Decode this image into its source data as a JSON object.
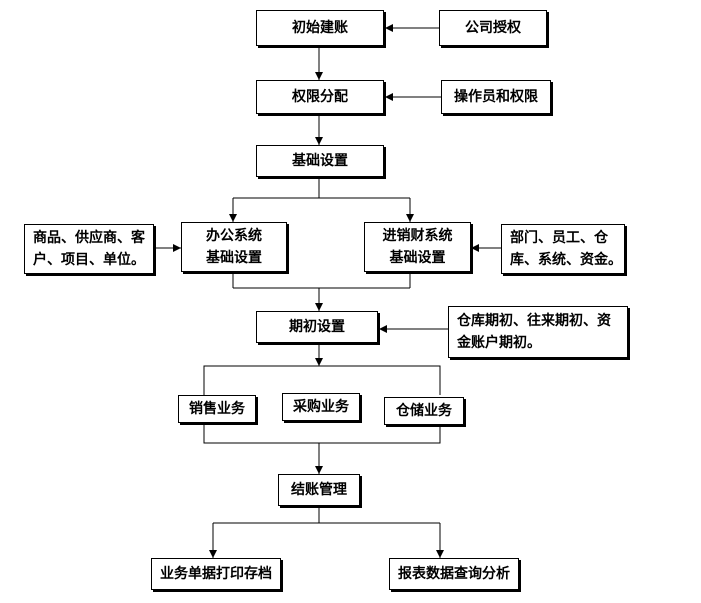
{
  "nodes": {
    "initial_setup": "初始建账",
    "company_auth": "公司授权",
    "permission_assign": "权限分配",
    "operator_perm": "操作员和权限",
    "base_settings": "基础设置",
    "office_settings": "办公系统\n基础设置",
    "office_data": "商品、供应商、客\n户、项目、单位。",
    "inventory_settings": "进销财系统\n基础设置",
    "inventory_data": "部门、员工、仓\n库、系统、资金。",
    "opening_settings": "期初设置",
    "opening_data": "仓库期初、往来期初、资\n金账户期初。",
    "sales": "销售业务",
    "purchase": "采购业务",
    "warehouse": "仓储业务",
    "closing": "结账管理",
    "print_archive": "业务单据打印存档",
    "report_analysis": "报表数据查询分析"
  }
}
